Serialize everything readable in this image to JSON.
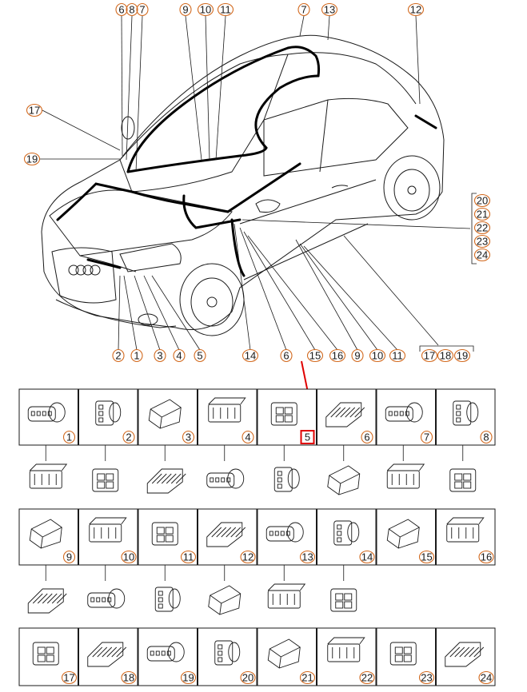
{
  "colors": {
    "callout_ring": "#d2691e",
    "callout_text": "#1a1a1a",
    "highlight": "#e00000",
    "line": "#1a1a1a",
    "harness": "#000000"
  },
  "car_callouts": {
    "top": [
      "6",
      "8",
      "7",
      "9",
      "10",
      "11",
      "7",
      "13",
      "12"
    ],
    "left": [
      "17",
      "19"
    ],
    "bottom": [
      "2",
      "1",
      "3",
      "4",
      "5",
      "14",
      "6",
      "15",
      "16",
      "9",
      "10",
      "11"
    ],
    "right_group": [
      "20",
      "21",
      "22",
      "23",
      "24"
    ],
    "bottom_right_group": [
      "17",
      "18",
      "19"
    ]
  },
  "connectors": [
    {
      "num": "1"
    },
    {
      "num": "2"
    },
    {
      "num": "3"
    },
    {
      "num": "4"
    },
    {
      "num": "5",
      "highlighted": true
    },
    {
      "num": "6"
    },
    {
      "num": "7"
    },
    {
      "num": "8"
    },
    {
      "num": "9"
    },
    {
      "num": "10"
    },
    {
      "num": "11"
    },
    {
      "num": "12"
    },
    {
      "num": "13"
    },
    {
      "num": "14"
    },
    {
      "num": "15"
    },
    {
      "num": "16"
    },
    {
      "num": "17"
    },
    {
      "num": "18"
    },
    {
      "num": "19"
    },
    {
      "num": "20"
    },
    {
      "num": "21"
    },
    {
      "num": "22"
    },
    {
      "num": "23"
    },
    {
      "num": "24"
    }
  ]
}
